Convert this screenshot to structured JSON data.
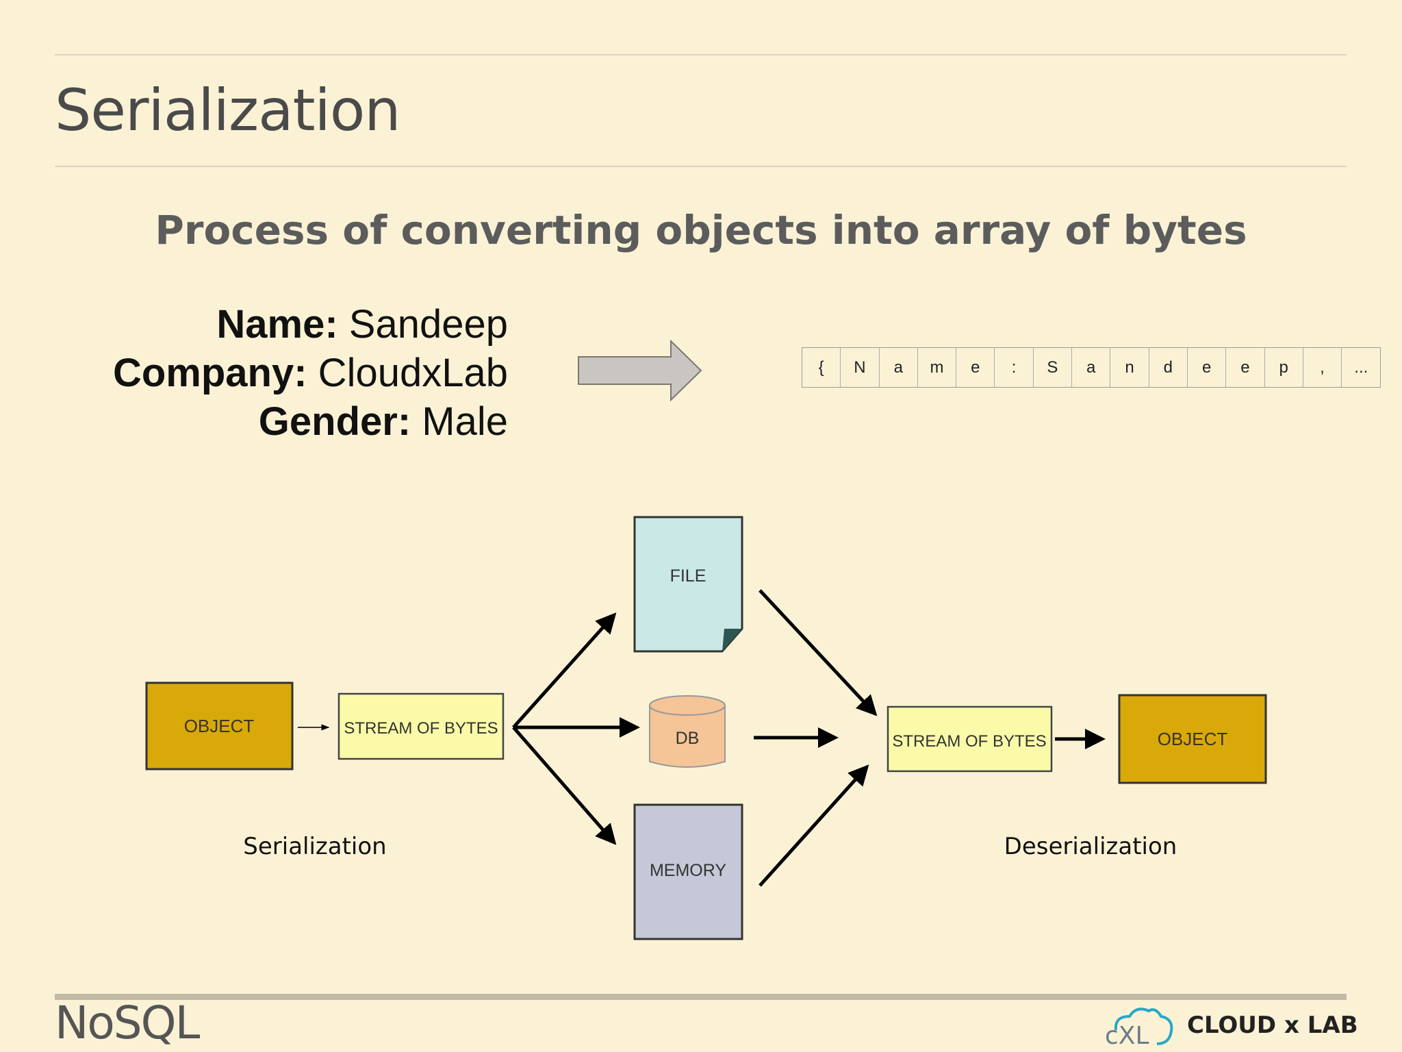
{
  "slide": {
    "title": "Serialization",
    "subtitle": "Process of converting objects into array of bytes",
    "record": [
      {
        "key": "Name:",
        "value": " Sandeep"
      },
      {
        "key": "Company:",
        "value": " CloudxLab"
      },
      {
        "key": "Gender:",
        "value": " Male"
      }
    ],
    "byte_cells": [
      "{",
      "N",
      "a",
      "m",
      "e",
      ":",
      "S",
      "a",
      "n",
      "d",
      "e",
      "e",
      "p",
      ",",
      "..."
    ],
    "diagram": {
      "object_left": "OBJECT",
      "stream_left": "STREAM OF BYTES",
      "file": "FILE",
      "db": "DB",
      "memory": "MEMORY",
      "stream_right": "STREAM OF BYTES",
      "object_right": "OBJECT",
      "label_serialization": "Serialization",
      "label_deserialization": "Deserialization",
      "colors": {
        "object": "#d9a90a",
        "stream": "#fafaa8",
        "file": "#c9e8e6",
        "db": "#f5c497",
        "memory": "#c4c8d8"
      }
    },
    "footer": "NoSQL",
    "logo_text": "CLOUD x LAB"
  }
}
